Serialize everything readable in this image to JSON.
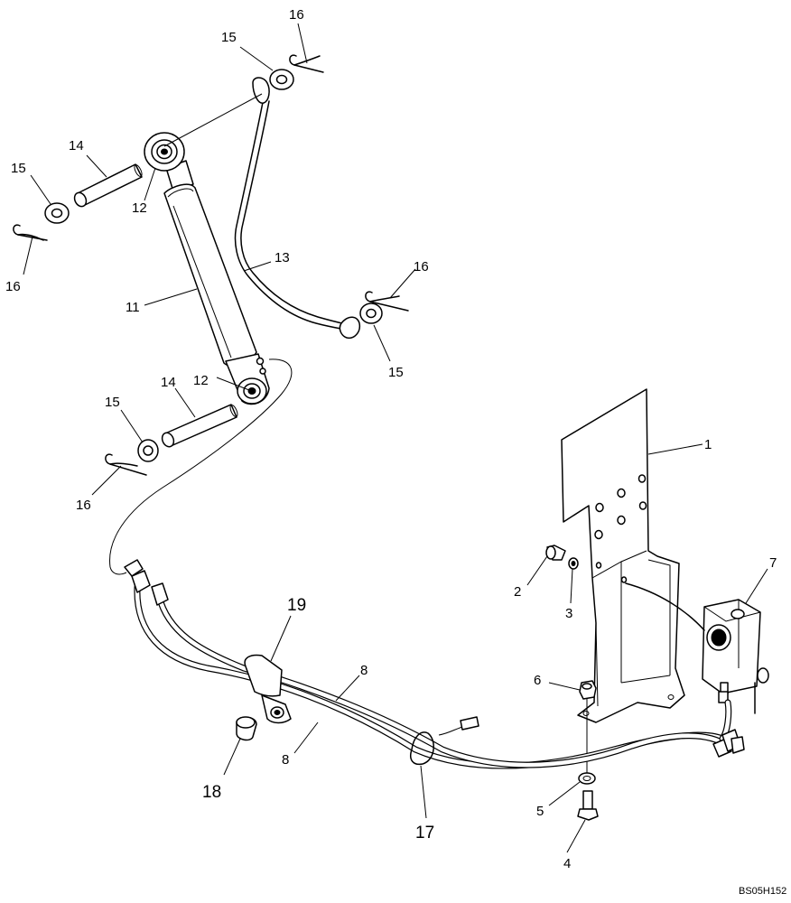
{
  "diagram": {
    "reference_code": "BS05H152",
    "callouts": {
      "c1": "1",
      "c2": "2",
      "c3": "3",
      "c4": "4",
      "c5": "5",
      "c6": "6",
      "c7": "7",
      "c8a": "8",
      "c8b": "8",
      "c11": "11",
      "c12a": "12",
      "c12b": "12",
      "c13": "13",
      "c14a": "14",
      "c14b": "14",
      "c15a": "15",
      "c15b": "15",
      "c15c": "15",
      "c15d": "15",
      "c16a": "16",
      "c16b": "16",
      "c16c": "16",
      "c16d": "16",
      "c17": "17",
      "c18": "18",
      "c19": "19"
    }
  }
}
